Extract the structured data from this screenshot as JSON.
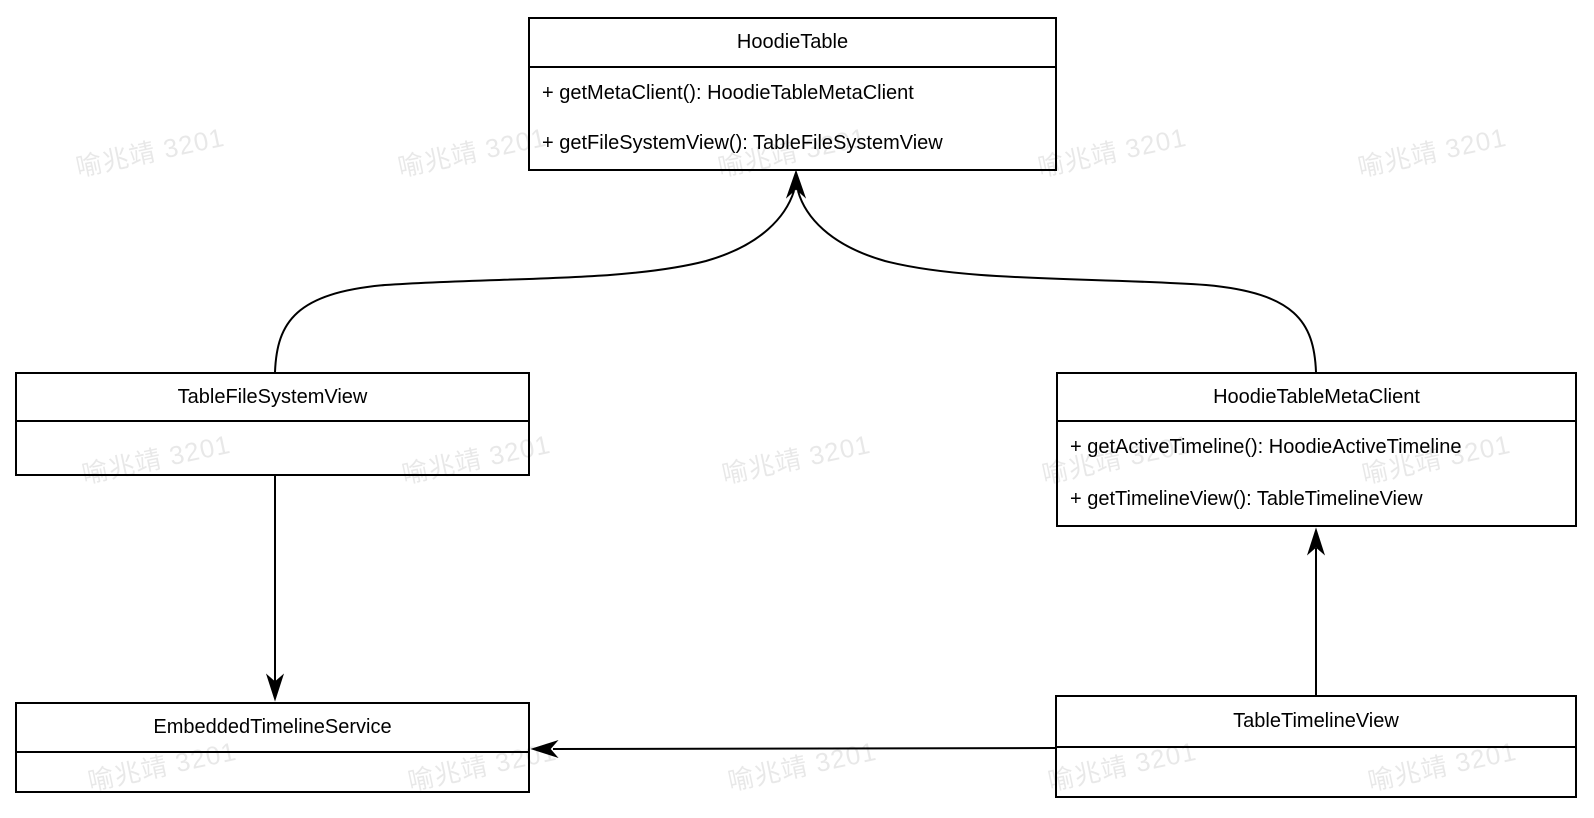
{
  "diagram": {
    "type": "uml-class-diagram",
    "classes": [
      {
        "id": "hoodie-table",
        "name": "HoodieTable",
        "methods": [
          "+ getMetaClient(): HoodieTableMetaClient",
          "+ getFileSystemView(): TableFileSystemView"
        ]
      },
      {
        "id": "table-file-system-view",
        "name": "TableFileSystemView",
        "methods": []
      },
      {
        "id": "hoodie-table-meta-client",
        "name": "HoodieTableMetaClient",
        "methods": [
          "+ getActiveTimeline(): HoodieActiveTimeline",
          "+ getTimelineView(): TableTimelineView"
        ]
      },
      {
        "id": "embedded-timeline-service",
        "name": "EmbeddedTimelineService",
        "methods": []
      },
      {
        "id": "table-timeline-view",
        "name": "TableTimelineView",
        "methods": []
      }
    ],
    "relations": [
      {
        "from": "TableFileSystemView",
        "to": "HoodieTable",
        "style": "curved",
        "arrow": "open-filled-up"
      },
      {
        "from": "HoodieTableMetaClient",
        "to": "HoodieTable",
        "style": "curved",
        "arrow": "open-filled-up"
      },
      {
        "from": "TableFileSystemView",
        "to": "EmbeddedTimelineService",
        "style": "straight-vertical",
        "arrow": "down"
      },
      {
        "from": "TableTimelineView",
        "to": "HoodieTableMetaClient",
        "style": "straight-vertical",
        "arrow": "up"
      },
      {
        "from": "TableTimelineView",
        "to": "EmbeddedTimelineService",
        "style": "straight-horizontal",
        "arrow": "left"
      }
    ]
  },
  "watermark": {
    "text": "喻兆靖 3201",
    "color": "rgba(0,0,0,0.09)"
  },
  "colors": {
    "background": "#ffffff",
    "line": "#000000",
    "box_fill": "#ffffff",
    "text": "#000000"
  }
}
